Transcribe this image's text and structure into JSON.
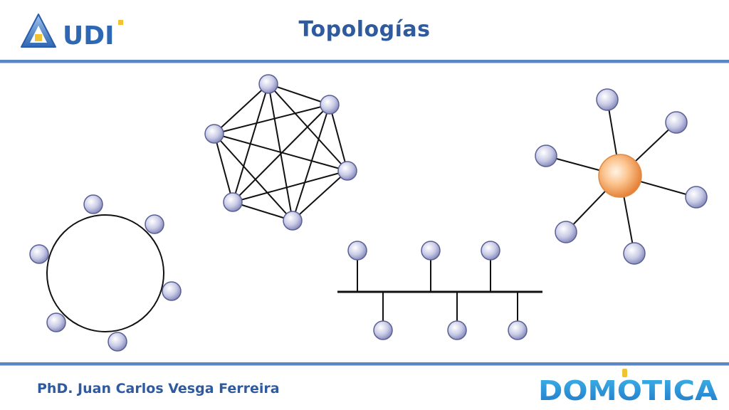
{
  "header": {
    "logo_text": "UDI",
    "title": "Topologías"
  },
  "footer": {
    "author": "PhD. Juan Carlos Vesga Ferreira",
    "brand_text": "DOMOTICA"
  },
  "colors": {
    "accent_blue": "#2f5a9e",
    "rule_blue": "#5b86c2",
    "node_fill": "#c9cbe6",
    "node_stroke": "#5a5f94",
    "hub_orange": "#f49a4a"
  }
}
